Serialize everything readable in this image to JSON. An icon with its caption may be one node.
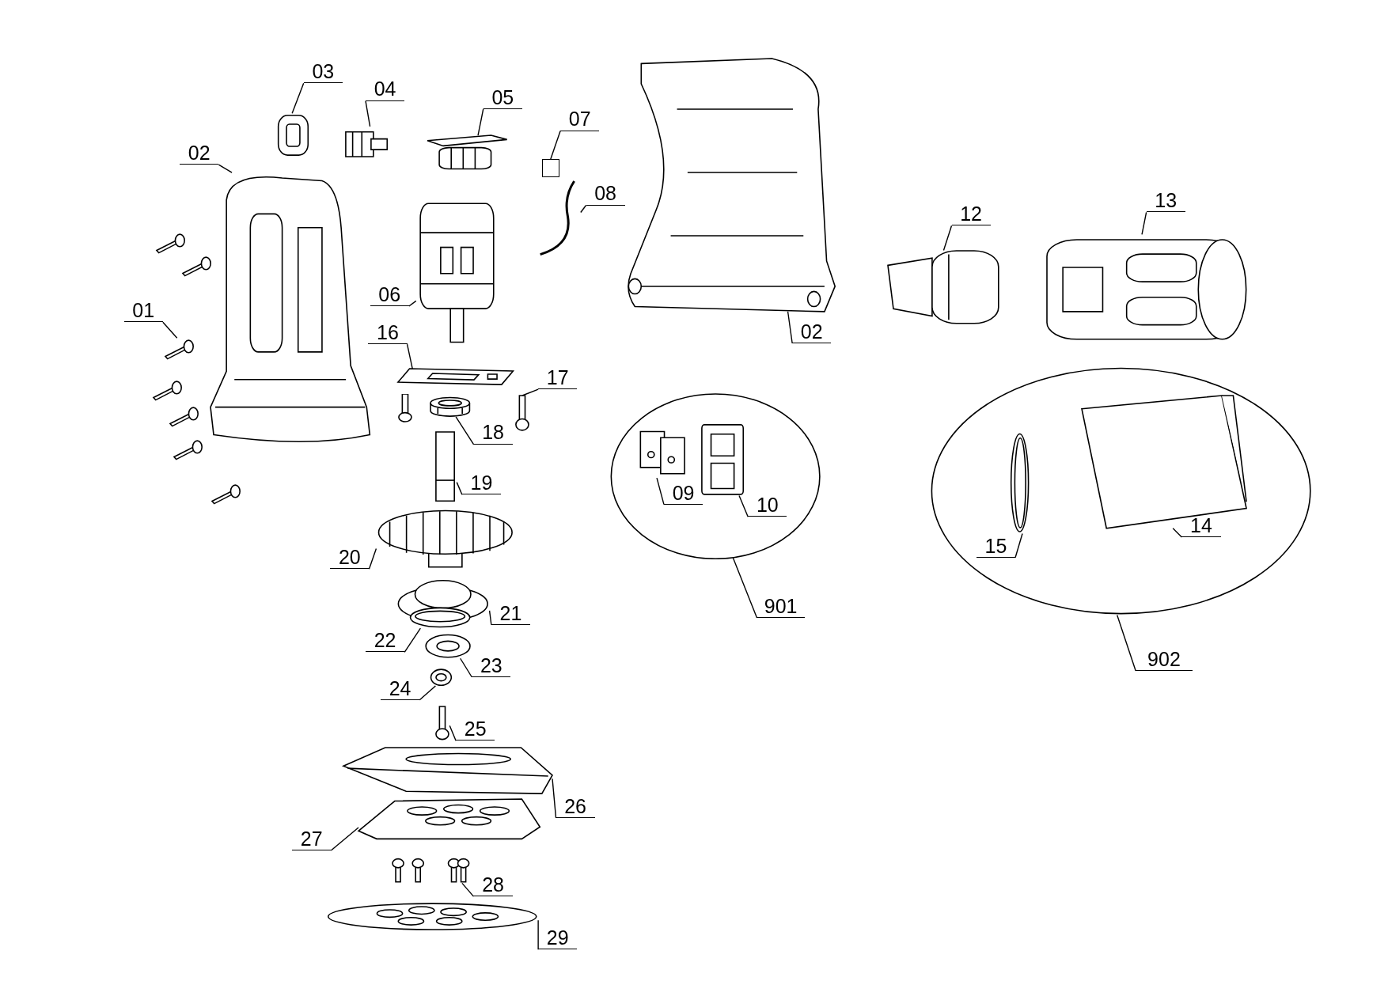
{
  "diagram": {
    "nodes": [
      {
        "text": [
          "02"
        ]
      },
      {
        "text": [],
        "shape": "picture"
      },
      {
        "text": [
          "03"
        ]
      },
      {
        "text": [],
        "shape": "picture"
      },
      {
        "text": [
          "04"
        ]
      },
      {
        "text": [],
        "shape": "picture"
      },
      {
        "text": [
          "05"
        ]
      },
      {
        "text": [],
        "shape": "picture"
      },
      {
        "text": [
          "07"
        ]
      },
      {
        "text": [],
        "shape": "box"
      },
      {
        "text": [
          "08"
        ]
      },
      {
        "text": [],
        "shape": "picture"
      },
      {
        "text": [
          "06"
        ]
      },
      {
        "text": [],
        "shape": "picture"
      },
      {
        "text": [
          "01"
        ]
      },
      {
        "text": [],
        "shape": "picture"
      },
      {
        "text": [
          "02"
        ]
      },
      {
        "text": [],
        "shape": "picture"
      },
      {
        "text": [
          "12"
        ]
      },
      {
        "text": [],
        "shape": "picture"
      },
      {
        "text": [
          "13"
        ]
      },
      {
        "text": [],
        "shape": "picture"
      },
      {
        "text": [
          "16"
        ]
      },
      {
        "text": [],
        "shape": "picture"
      },
      {
        "text": [
          "17"
        ]
      },
      {
        "text": [],
        "shape": "picture"
      },
      {
        "text": [
          "18"
        ]
      },
      {
        "text": [],
        "shape": "picture"
      },
      {
        "text": [
          "19"
        ]
      },
      {
        "text": [],
        "shape": "picture"
      },
      {
        "text": [
          "20"
        ]
      },
      {
        "text": [],
        "shape": "picture"
      },
      {
        "text": [
          "21"
        ]
      },
      {
        "text": [],
        "shape": "picture"
      },
      {
        "text": [
          "22"
        ]
      },
      {
        "text": [],
        "shape": "picture"
      },
      {
        "text": [
          "23"
        ]
      },
      {
        "text": [],
        "shape": "picture"
      },
      {
        "text": [
          "24"
        ]
      },
      {
        "text": [],
        "shape": "picture"
      },
      {
        "text": [
          "25"
        ]
      },
      {
        "text": [],
        "shape": "picture"
      },
      {
        "text": [],
        "shape": "ellipse"
      },
      {
        "text": [
          "09"
        ],
        "in": 42
      },
      {
        "text": [],
        "shape": "picture",
        "in": 42
      },
      {
        "text": [
          "10"
        ],
        "in": 42
      },
      {
        "text": [],
        "shape": "picture",
        "in": 42
      },
      {
        "text": [
          "901"
        ]
      },
      {
        "text": [],
        "shape": "ellipse"
      },
      {
        "text": [
          "15"
        ],
        "in": 48
      },
      {
        "text": [],
        "shape": "picture",
        "in": 48
      },
      {
        "text": [
          "14"
        ],
        "in": 48
      },
      {
        "text": [],
        "shape": "picture",
        "in": 48
      },
      {
        "text": [
          "902"
        ]
      },
      {
        "text": [
          "26"
        ]
      },
      {
        "text": [],
        "shape": "picture"
      },
      {
        "text": [
          "27"
        ]
      },
      {
        "text": [],
        "shape": "picture"
      },
      {
        "text": [
          "28"
        ]
      },
      {
        "text": [],
        "shape": "picture"
      },
      {
        "text": [
          "29"
        ]
      },
      {
        "text": [],
        "shape": "picture"
      }
    ],
    "edges": [
      {
        "from": 0,
        "to": 1,
        "arrow": "none"
      },
      {
        "from": 2,
        "to": 3,
        "arrow": "none"
      },
      {
        "from": 4,
        "to": 5,
        "arrow": "none"
      },
      {
        "from": 6,
        "to": 7,
        "arrow": "none"
      },
      {
        "from": 8,
        "to": 9,
        "arrow": "none"
      },
      {
        "from": 10,
        "to": 11,
        "arrow": "none"
      },
      {
        "from": 12,
        "to": 13,
        "arrow": "none"
      },
      {
        "from": 14,
        "to": 15,
        "arrow": "none"
      },
      {
        "from": 16,
        "to": 17,
        "arrow": "none"
      },
      {
        "from": 18,
        "to": 19,
        "arrow": "none"
      },
      {
        "from": 20,
        "to": 21,
        "arrow": "none"
      },
      {
        "from": 22,
        "to": 23,
        "arrow": "none"
      },
      {
        "from": 24,
        "to": 25,
        "arrow": "none"
      },
      {
        "from": 26,
        "to": 27,
        "arrow": "none"
      },
      {
        "from": 28,
        "to": 29,
        "arrow": "none"
      },
      {
        "from": 30,
        "to": 31,
        "arrow": "none"
      },
      {
        "from": 32,
        "to": 33,
        "arrow": "none"
      },
      {
        "from": 34,
        "to": 35,
        "arrow": "none"
      },
      {
        "from": 36,
        "to": 37,
        "arrow": "none"
      },
      {
        "from": 38,
        "to": 39,
        "arrow": "none"
      },
      {
        "from": 40,
        "to": 41,
        "arrow": "none"
      },
      {
        "from": 43,
        "to": 44,
        "arrow": "none"
      },
      {
        "from": 45,
        "to": 46,
        "arrow": "none"
      },
      {
        "from": 47,
        "to": 42,
        "arrow": "none"
      },
      {
        "from": 49,
        "to": 50,
        "arrow": "none"
      },
      {
        "from": 51,
        "to": 52,
        "arrow": "none"
      },
      {
        "from": 53,
        "to": 48,
        "arrow": "none"
      },
      {
        "from": 54,
        "to": 55,
        "arrow": "none"
      },
      {
        "from": 56,
        "to": 57,
        "arrow": "none"
      },
      {
        "from": 58,
        "to": 59,
        "arrow": "none"
      },
      {
        "from": 60,
        "to": 61,
        "arrow": "none"
      }
    ]
  }
}
